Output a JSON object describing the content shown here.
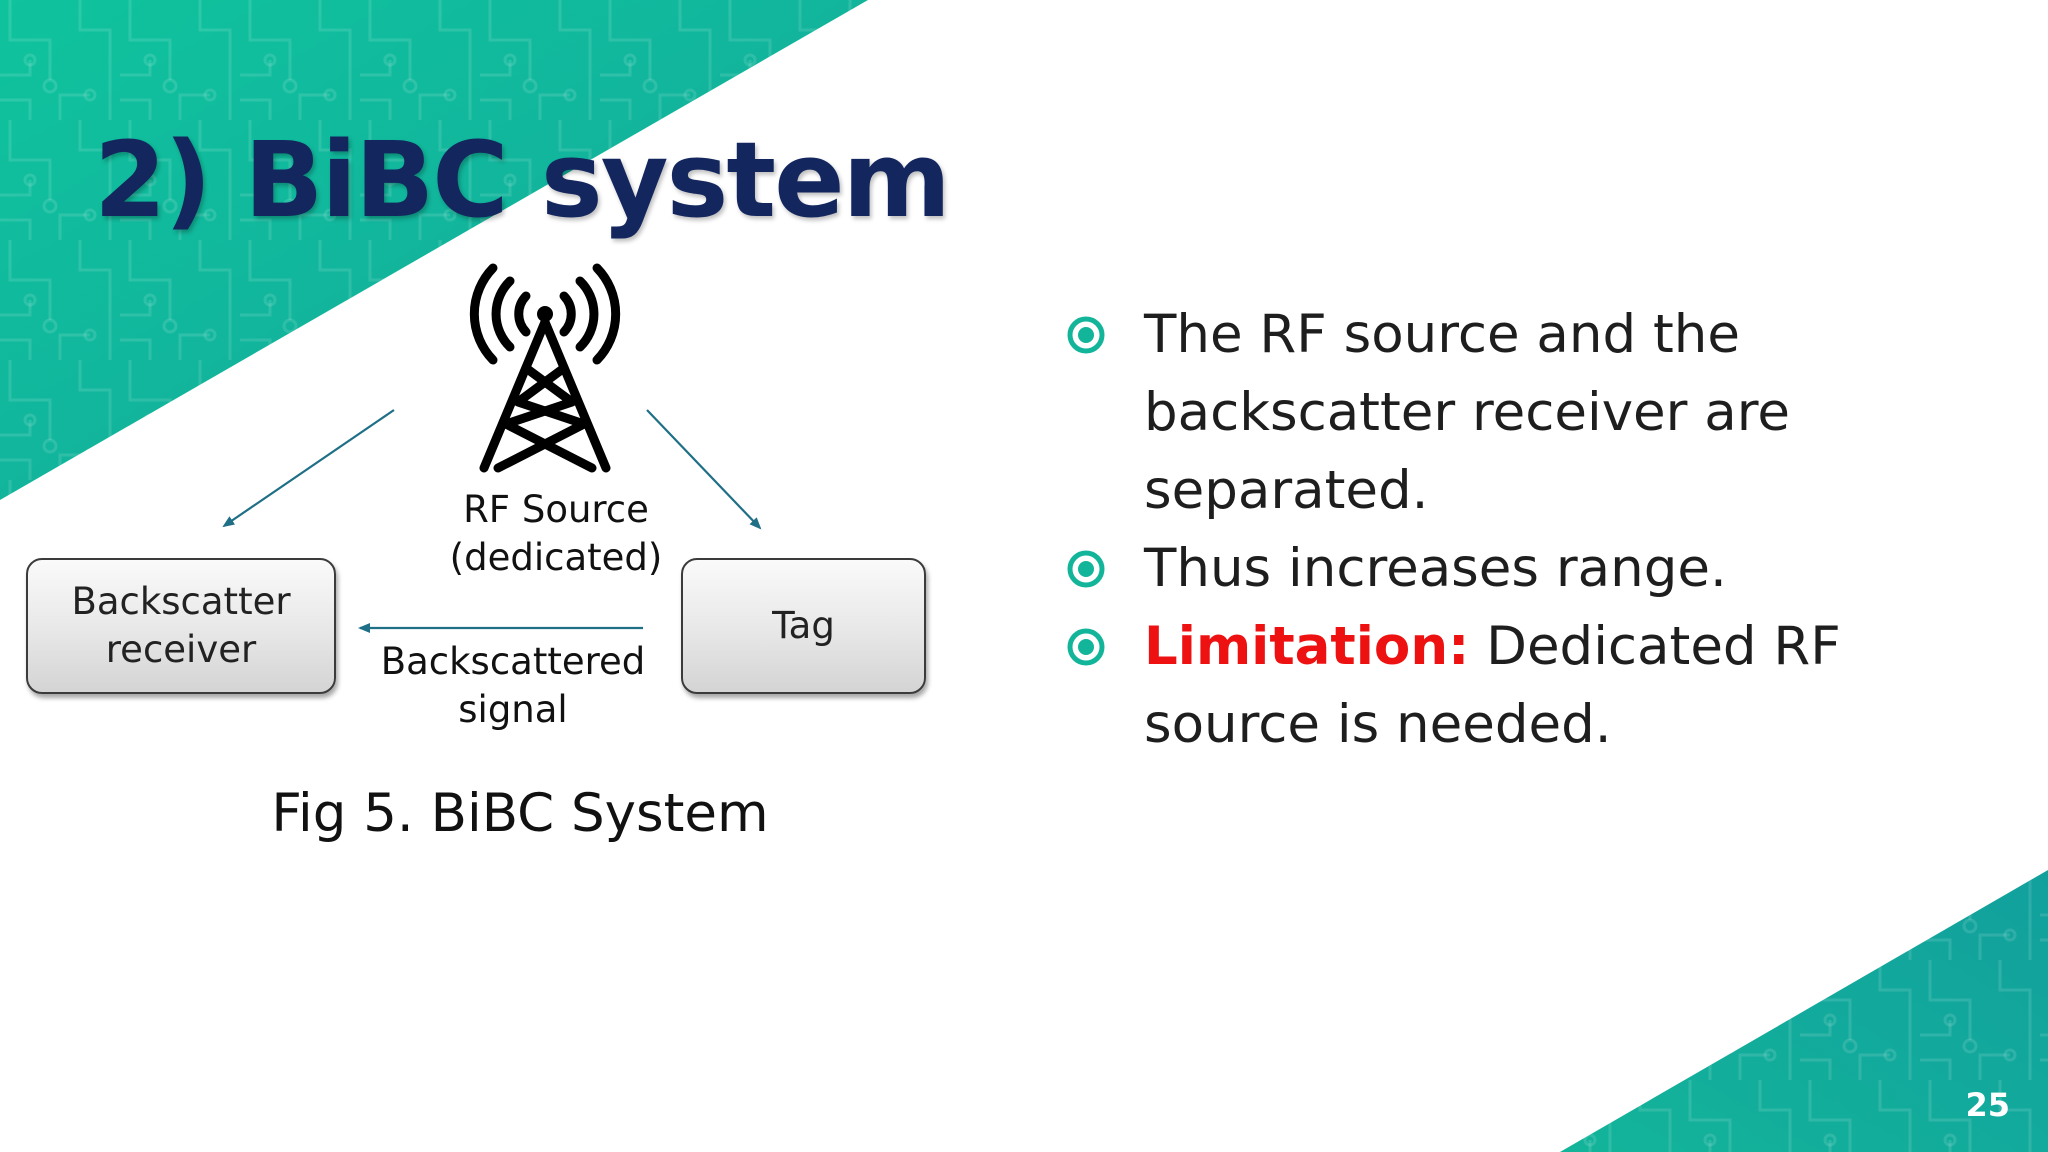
{
  "slide": {
    "title": "2) BiBC system",
    "page_number": "25",
    "colors": {
      "teal": "#12b59a",
      "title": "#13265e",
      "highlight": "#ee1111",
      "arrow": "#1f6f86"
    }
  },
  "diagram": {
    "tower_label_line1": "RF Source",
    "tower_label_line2": "(dedicated)",
    "receiver_line1": "Backscatter",
    "receiver_line2": "receiver",
    "tag": "Tag",
    "signal_line1": "Backscattered",
    "signal_line2": "signal",
    "tower_icon": "radio-tower-icon",
    "caption": "Fig 5. BiBC System"
  },
  "bullets": [
    {
      "line1": "The RF source and the",
      "line2": "backscatter receiver are",
      "line3": "separated."
    },
    {
      "text": "Thus increases range."
    },
    {
      "highlight": "Limitation:",
      "rest_line1": " Dedicated RF",
      "line2": "source is needed."
    }
  ],
  "icons": {
    "bullet": "target-bullet-icon"
  }
}
